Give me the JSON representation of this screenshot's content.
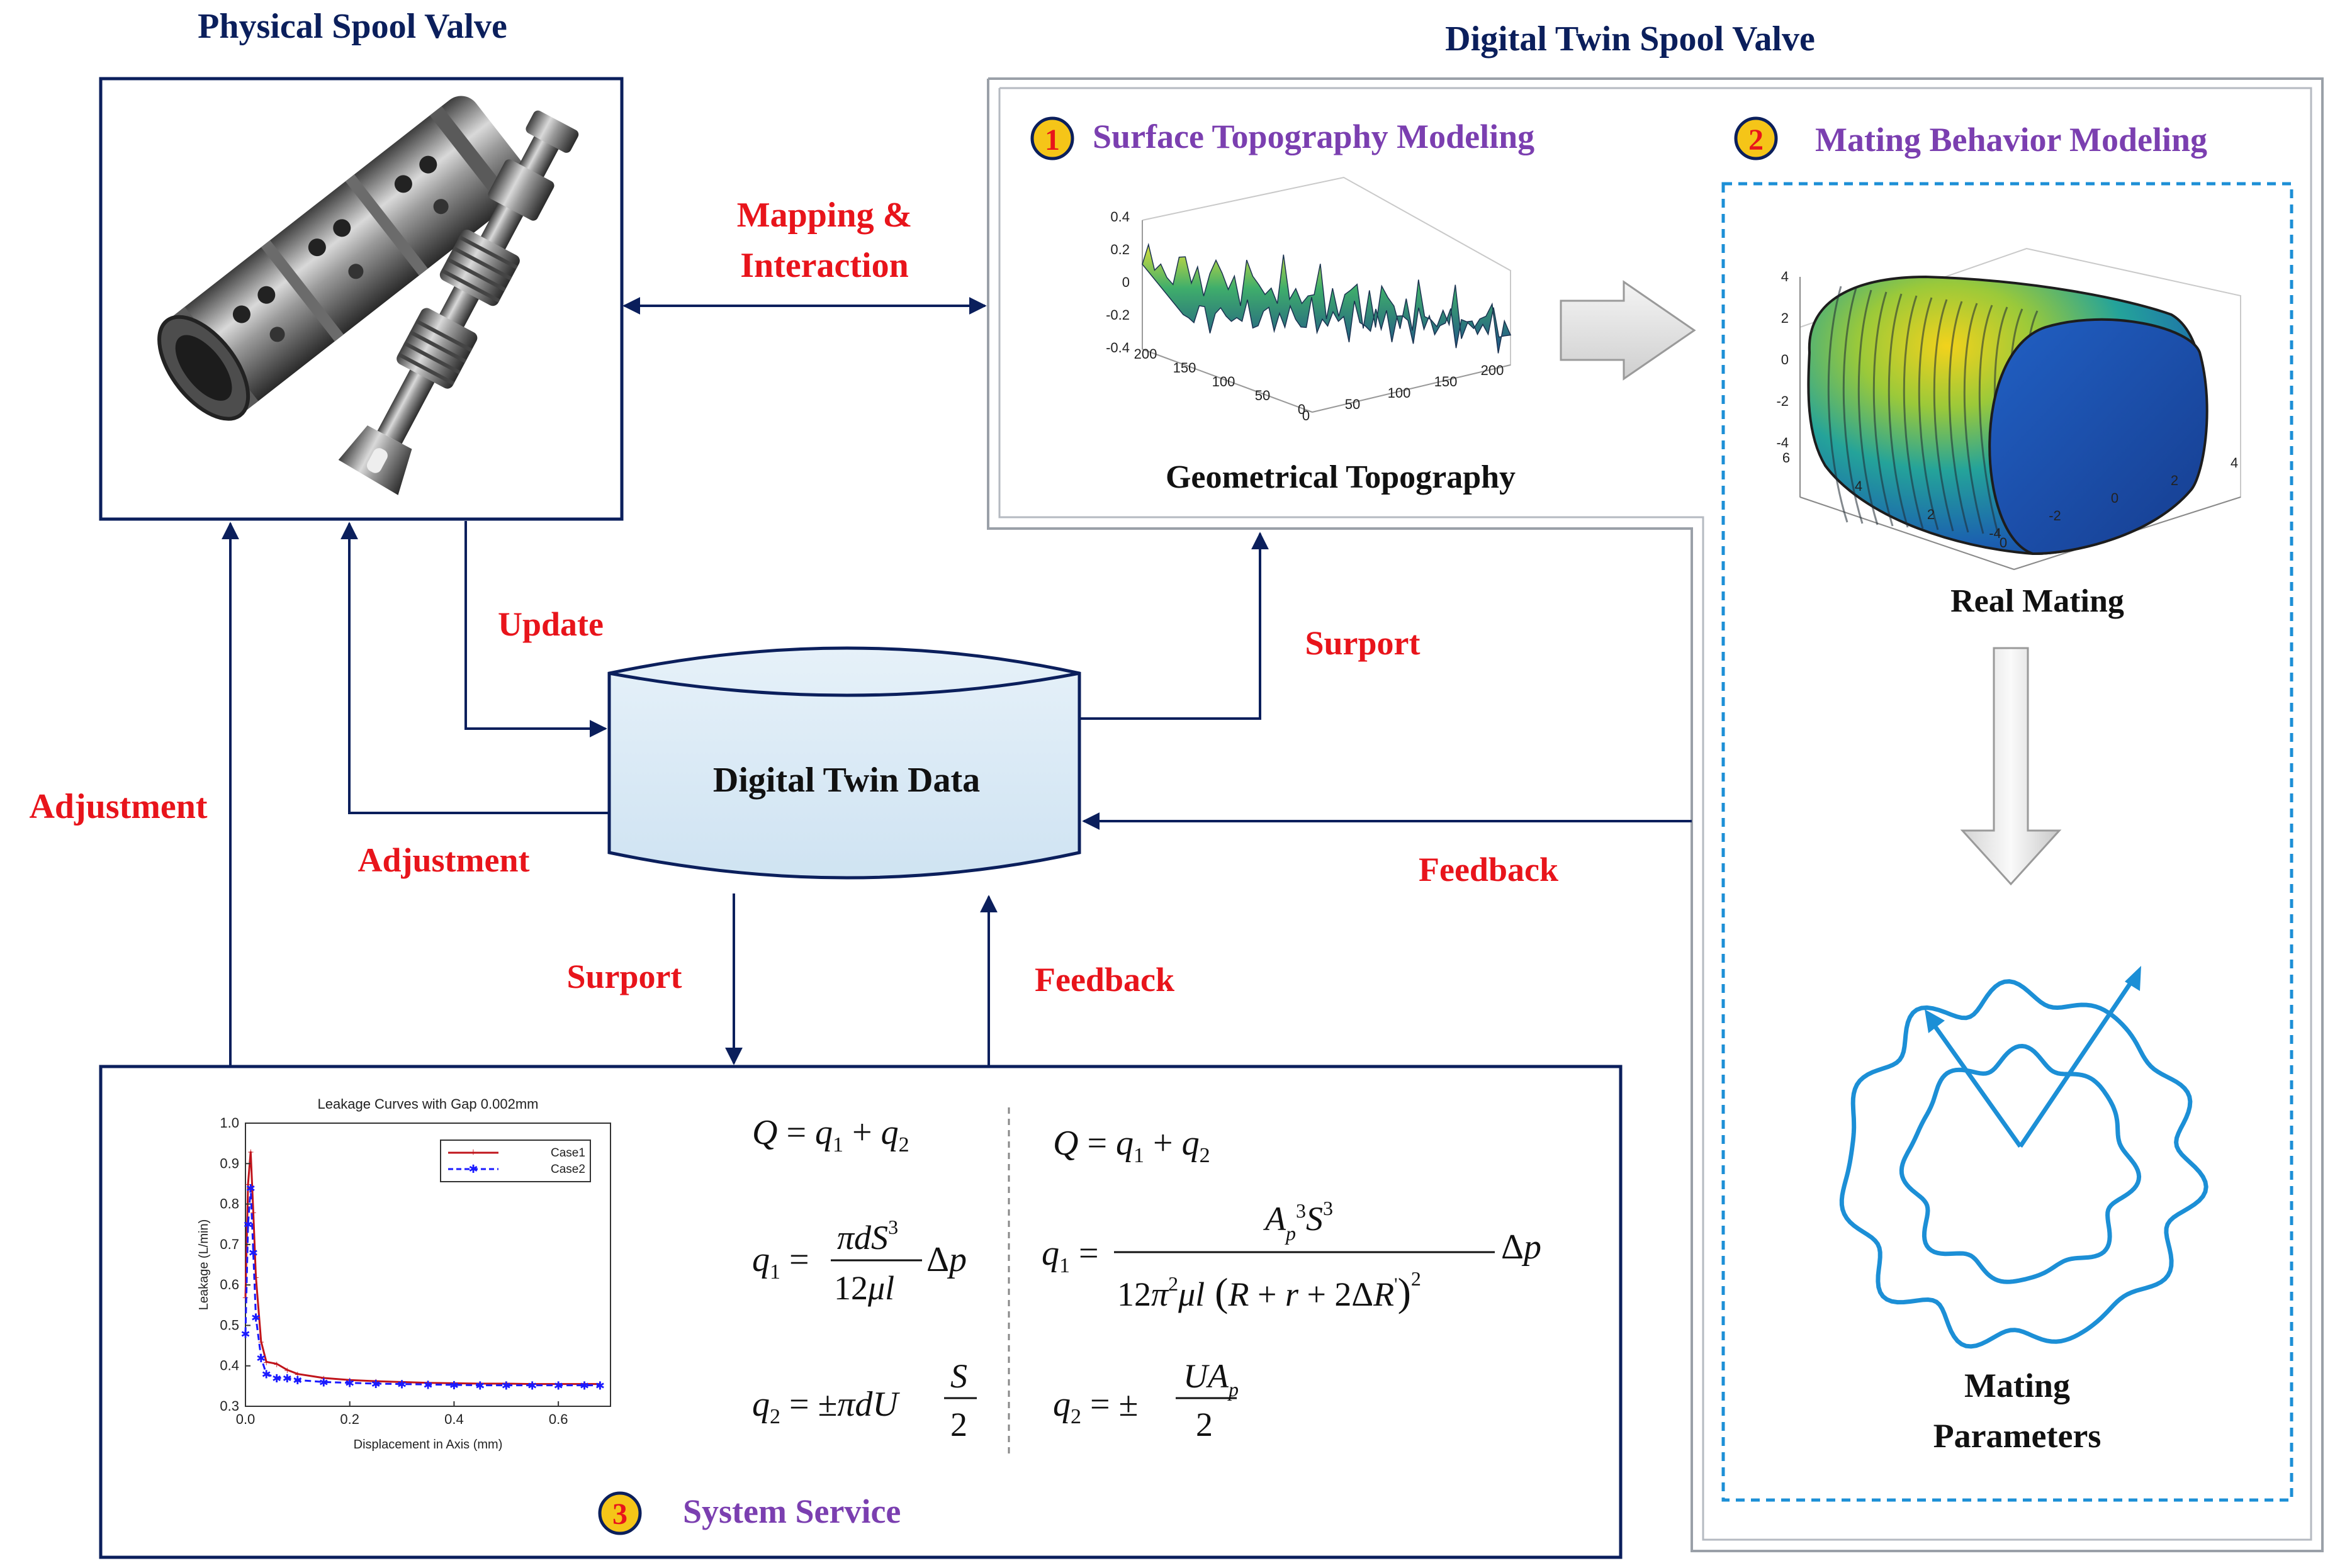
{
  "titles": {
    "physical": "Physical Spool Valve",
    "digital": "Digital Twin Spool Valve"
  },
  "modules": {
    "m1": {
      "number": "1",
      "title": "Surface Topography Modeling",
      "caption": "Geometrical Topography"
    },
    "m2": {
      "number": "2",
      "title": "Mating Behavior Modeling",
      "real": "Real Mating",
      "params_line1": "Mating",
      "params_line2": "Parameters"
    },
    "m3": {
      "number": "3",
      "title": "System Service"
    }
  },
  "database": {
    "label": "Digital Twin Data"
  },
  "arrows": {
    "mapping_line1": "Mapping &",
    "mapping_line2": "Interaction",
    "update": "Update",
    "surport_top": "Surport",
    "surport_bottom": "Surport",
    "feedback_right": "Feedback",
    "feedback_bottom": "Feedback",
    "adjustment_left": "Adjustment",
    "adjustment_inner": "Adjustment"
  },
  "topo_plot": {
    "z_ticks": [
      "0.4",
      "0.2",
      "0",
      "-0.2",
      "-0.4"
    ],
    "y_ticks": [
      "200",
      "150",
      "100",
      "50",
      "0"
    ],
    "x_ticks": [
      "0",
      "50",
      "100",
      "150",
      "200"
    ]
  },
  "mating_plot": {
    "z_ticks": [
      "4",
      "2",
      "0",
      "-2",
      "-4"
    ],
    "y_ticks": [
      "6",
      "4",
      "2",
      "0"
    ],
    "x_ticks": [
      "-4",
      "-2",
      "0",
      "2",
      "4"
    ]
  },
  "chart_data": {
    "type": "line",
    "title": "Leakage Curves with Gap 0.002mm",
    "xlabel": "Displacement in Axis (mm)",
    "ylabel": "Leakage (L/min)",
    "xlim": [
      0,
      0.7
    ],
    "ylim": [
      0.3,
      1.0
    ],
    "x_ticks": [
      "0.0",
      "0.2",
      "0.4",
      "0.6"
    ],
    "y_ticks": [
      "0.3",
      "0.4",
      "0.5",
      "0.6",
      "0.7",
      "0.8",
      "0.9",
      "1.0"
    ],
    "legend_position": "top-right",
    "colors": {
      "Case1": "#c0141b",
      "Case2": "#1a1aff"
    },
    "series": [
      {
        "name": "Case1",
        "x": [
          0,
          0.005,
          0.01,
          0.015,
          0.02,
          0.03,
          0.04,
          0.06,
          0.08,
          0.1,
          0.15,
          0.2,
          0.25,
          0.3,
          0.35,
          0.4,
          0.45,
          0.5,
          0.55,
          0.6,
          0.65,
          0.68
        ],
        "y": [
          0.57,
          0.85,
          0.93,
          0.78,
          0.62,
          0.46,
          0.41,
          0.405,
          0.39,
          0.38,
          0.37,
          0.365,
          0.362,
          0.36,
          0.358,
          0.357,
          0.356,
          0.356,
          0.355,
          0.355,
          0.355,
          0.355
        ]
      },
      {
        "name": "Case2",
        "x": [
          0,
          0.005,
          0.01,
          0.015,
          0.02,
          0.03,
          0.04,
          0.06,
          0.08,
          0.1,
          0.15,
          0.2,
          0.25,
          0.3,
          0.35,
          0.4,
          0.45,
          0.5,
          0.55,
          0.6,
          0.65,
          0.68
        ],
        "y": [
          0.48,
          0.75,
          0.84,
          0.68,
          0.52,
          0.42,
          0.38,
          0.37,
          0.37,
          0.365,
          0.36,
          0.358,
          0.356,
          0.355,
          0.354,
          0.353,
          0.352,
          0.352,
          0.352,
          0.352,
          0.352,
          0.352
        ]
      }
    ]
  }
}
